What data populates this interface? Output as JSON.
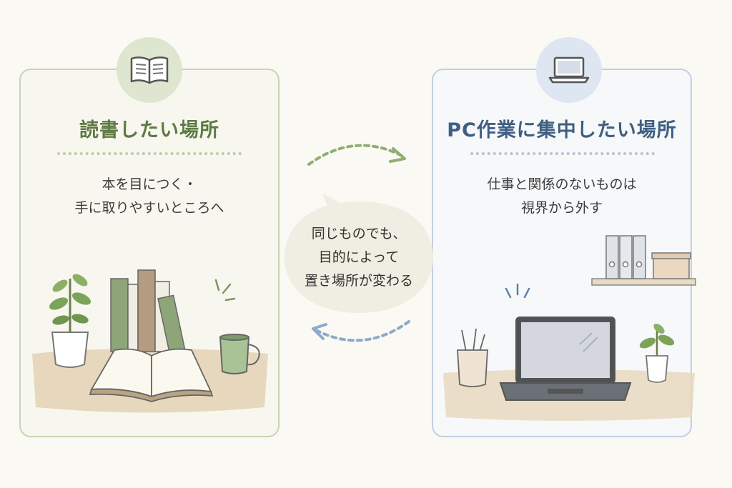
{
  "left": {
    "title": "読書したい場所",
    "lines": [
      "本を目につく・",
      "手に取りやすいところへ"
    ],
    "icon": "open-book-icon"
  },
  "right": {
    "title": "PC作業に集中したい場所",
    "lines": [
      "仕事と関係のないものは",
      "視界から外す"
    ],
    "icon": "laptop-icon"
  },
  "center": {
    "lines": [
      "同じものでも、",
      "目的によって",
      "置き場所が変わる"
    ]
  },
  "colors": {
    "green": "#5d7a43",
    "blue": "#3f5f82",
    "green_arrow": "#8faf74",
    "blue_arrow": "#8eaacb"
  }
}
